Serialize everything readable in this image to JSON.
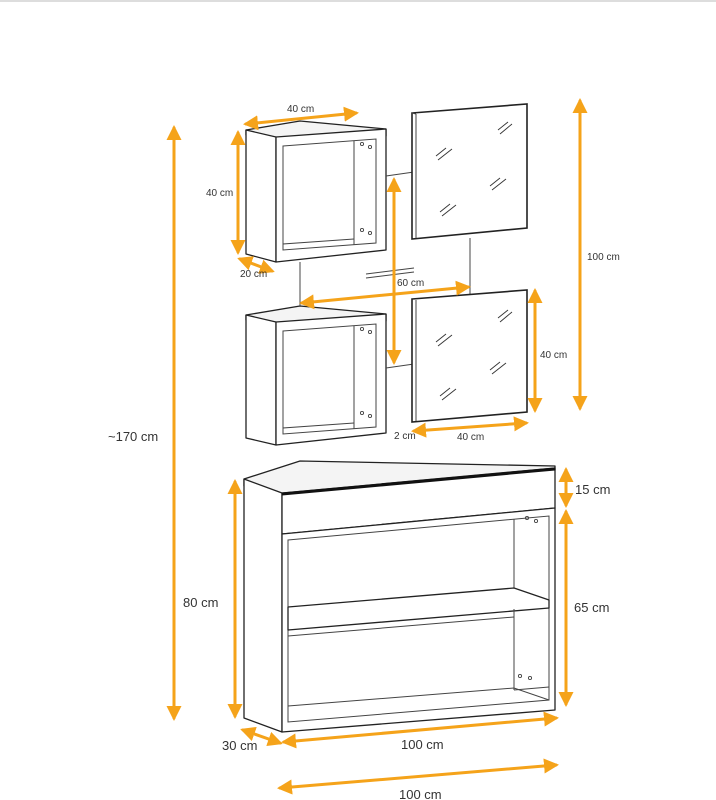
{
  "diagram": {
    "cube_shelves": {
      "width_label": "40 cm",
      "height_label": "40 cm",
      "depth_label": "20 cm"
    },
    "mirrors": {
      "span_label": "60 cm",
      "overall_height_label": "100 cm",
      "height_label": "40 cm",
      "width_label": "40 cm",
      "thickness_label": "2 cm"
    },
    "overall_height_label": "~170 cm",
    "console": {
      "drawer_height_label": "15 cm",
      "open_height_label": "65 cm",
      "height_label": "80 cm",
      "depth_label": "30 cm",
      "width_label": "100 cm",
      "overall_width_label": "100 cm"
    },
    "accent_color": "#f5a31a"
  }
}
